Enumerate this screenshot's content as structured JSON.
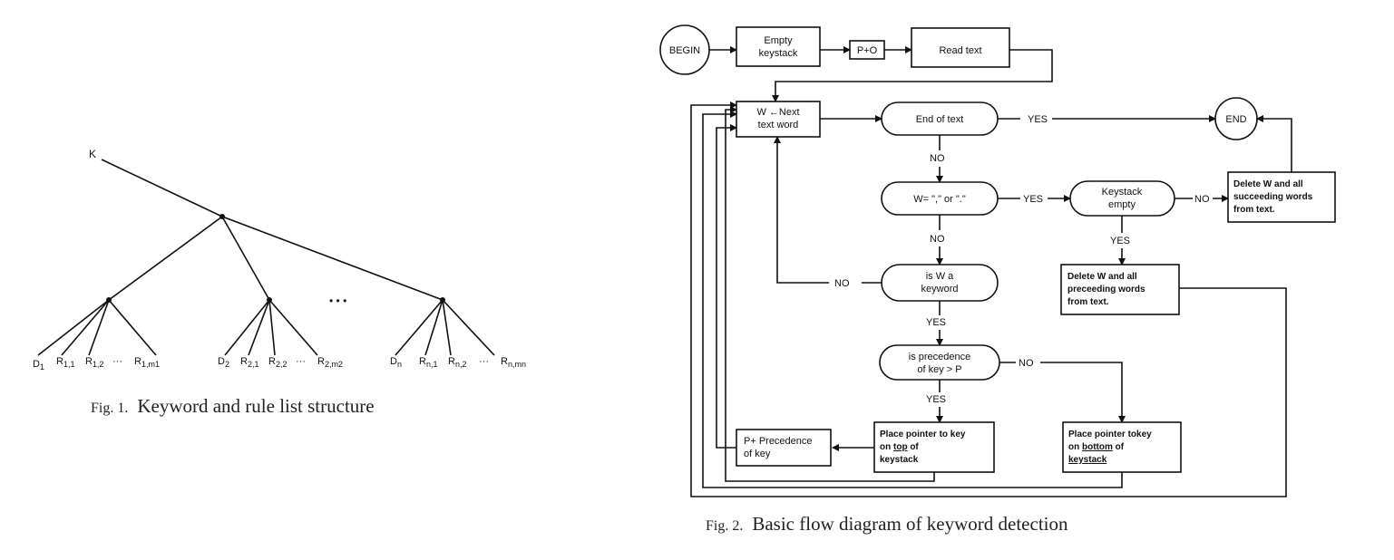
{
  "fig1": {
    "caption_prefix": "Fig. 1.",
    "caption_text": "Keyword and rule list structure",
    "root_label": "K",
    "ellipsis": "• • •",
    "leaf_groups": [
      {
        "d": "D",
        "d_sub": "1",
        "r": [
          {
            "b": "R",
            "s": "1,1"
          },
          {
            "b": "R",
            "s": "1,2"
          }
        ],
        "dots": "···",
        "last": {
          "b": "R",
          "s": "1,m1"
        }
      },
      {
        "d": "D",
        "d_sub": "2",
        "r": [
          {
            "b": "R",
            "s": "2,1"
          },
          {
            "b": "R",
            "s": "2,2"
          }
        ],
        "dots": "···",
        "last": {
          "b": "R",
          "s": "2,m2"
        }
      },
      {
        "d": "D",
        "d_sub": "n",
        "r": [
          {
            "b": "R",
            "s": "n,1"
          },
          {
            "b": "R",
            "s": "n,2"
          }
        ],
        "dots": "···",
        "last": {
          "b": "R",
          "s": "n,mn"
        }
      }
    ]
  },
  "fig2": {
    "caption_prefix": "Fig. 2.",
    "caption_text": "Basic flow diagram of keyword detection",
    "nodes": {
      "begin": "BEGIN",
      "empty_keystack_1": "Empty",
      "empty_keystack_2": "keystack",
      "p_zero": "P+O",
      "read_text": "Read text",
      "next_word_1": "W ←Next",
      "next_word_2": "text word",
      "end_of_text": "End of text",
      "end": "END",
      "w_comma_period": "W= \",\" or \".\"",
      "keystack_empty_1": "Keystack",
      "keystack_empty_2": "empty",
      "delete_succeeding_1": "Delete W and all",
      "delete_succeeding_2": "succeeding words",
      "delete_succeeding_3": "from text.",
      "delete_preceeding_1": "Delete W and all",
      "delete_preceeding_2": "preceeding words",
      "delete_preceeding_3": "from text.",
      "is_keyword_1": "is W a",
      "is_keyword_2": "keyword",
      "precedence_1": "is precedence",
      "precedence_2": "of key > P",
      "place_top_1": "Place pointer to key",
      "place_top_2a": "on ",
      "place_top_2b": "top",
      "place_top_2c": " of",
      "place_top_3": "keystack",
      "place_bottom_1": "Place pointer tokey",
      "place_bottom_2a": "on ",
      "place_bottom_2b": "bottom",
      "place_bottom_2c": " of",
      "place_bottom_3": "keystack",
      "p_precedence_1": "P+ Precedence",
      "p_precedence_2": "of key"
    },
    "edge_labels": {
      "yes_end": "YES",
      "no_end": "NO",
      "yes_comma": "YES",
      "no_comma": "NO",
      "no_keystack": "NO",
      "yes_keystack": "YES",
      "no_keyword": "NO",
      "yes_keyword": "YES",
      "no_precedence": "NO",
      "yes_precedence": "YES"
    }
  }
}
